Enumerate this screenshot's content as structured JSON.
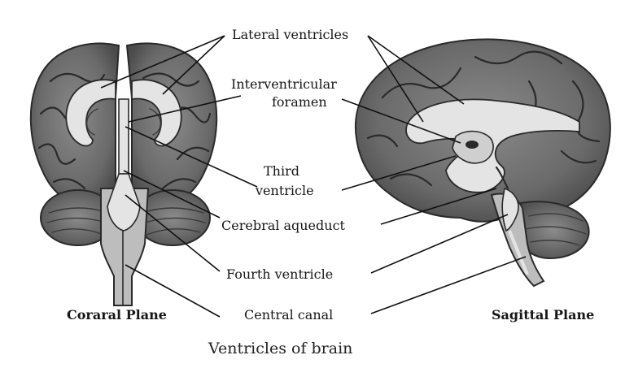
{
  "title": "Ventricles of brain",
  "views": {
    "coronal": "Coraral Plane",
    "sagittal": "Sagittal Plane"
  },
  "labels": {
    "lateral_ventricles": "Lateral ventricles",
    "interventricular_1": "Interventricular",
    "interventricular_2": "foramen",
    "third_1": "Third",
    "third_2": "ventricle",
    "aqueduct": "Cerebral aqueduct",
    "fourth": "Fourth ventricle",
    "central_canal": "Central canal"
  },
  "colors": {
    "brain_tissue": "#6f6f6f",
    "ventricle": "#e4e4e4",
    "text": "#161616"
  }
}
